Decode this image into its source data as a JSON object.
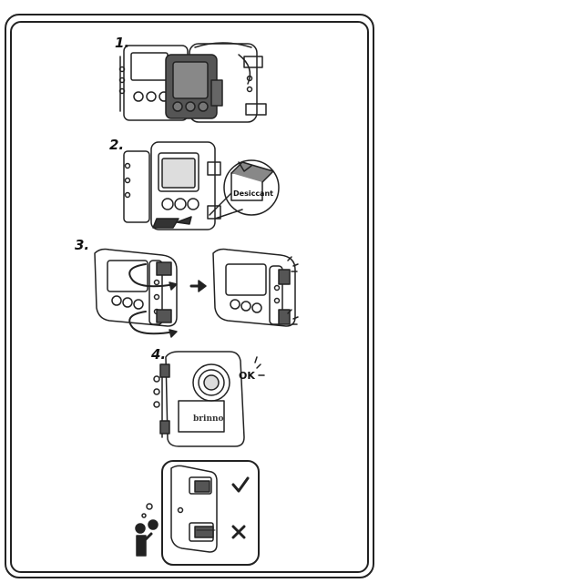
{
  "steps": [
    {
      "number": "1."
    },
    {
      "number": "2."
    },
    {
      "number": "3."
    },
    {
      "number": "4."
    }
  ],
  "labels": {
    "desiccant": "Desiccant",
    "ok": "OK",
    "brand": "brinno"
  },
  "icons": {
    "correct": "check-icon",
    "incorrect": "cross-icon",
    "arrow": "right-arrow-icon",
    "person": "thinking-person-icon"
  },
  "colors": {
    "line": "#222222",
    "fill_dark": "#555555",
    "fill_mid": "#888888",
    "fill_light": "#dddddd"
  }
}
